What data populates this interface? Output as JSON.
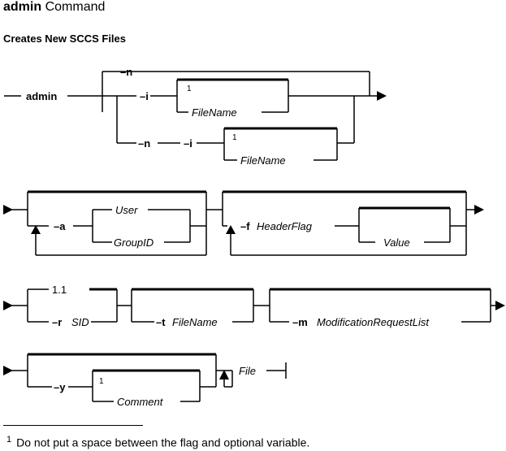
{
  "header": {
    "command_name": "admin",
    "command_word": "Command",
    "subtitle": "Creates New SCCS Files"
  },
  "diagram": {
    "row1": {
      "command": "admin",
      "opt_n": "–n",
      "opt_i": "–i",
      "sup1": "1",
      "filename1": "FileName",
      "opt_n2": "–n",
      "opt_i2": "–i",
      "sup2": "1",
      "filename2": "FileName"
    },
    "row2": {
      "opt_a": "–a",
      "user": "User",
      "groupid": "GroupID",
      "opt_f": "–f",
      "headerflag": "HeaderFlag",
      "value": "Value"
    },
    "row3": {
      "default_sid": "1.1",
      "opt_r": "–r",
      "sid": "SID",
      "opt_t": "–t",
      "filename": "FileName",
      "opt_m": "–m",
      "mrlist": "ModificationRequestList"
    },
    "row4": {
      "opt_y": "–y",
      "sup": "1",
      "comment": "Comment",
      "file": "File"
    }
  },
  "footnote": {
    "marker": "1",
    "text": "Do not put a space between the flag and optional variable."
  }
}
